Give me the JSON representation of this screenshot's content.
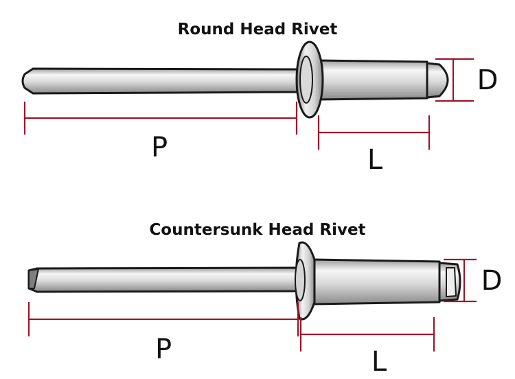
{
  "diagrams": [
    {
      "title": "Round Head Rivet",
      "labels": {
        "pin_length": "P",
        "body_length": "L",
        "diameter": "D"
      }
    },
    {
      "title": "Countersunk Head Rivet",
      "labels": {
        "pin_length": "P",
        "body_length": "L",
        "diameter": "D"
      }
    }
  ],
  "colors": {
    "dimension_line": "#a01428",
    "outline": "#1a1a1a",
    "metal_light": "#f4f4f4",
    "metal_mid": "#d2d2d2",
    "metal_dark": "#8f8f8f"
  }
}
